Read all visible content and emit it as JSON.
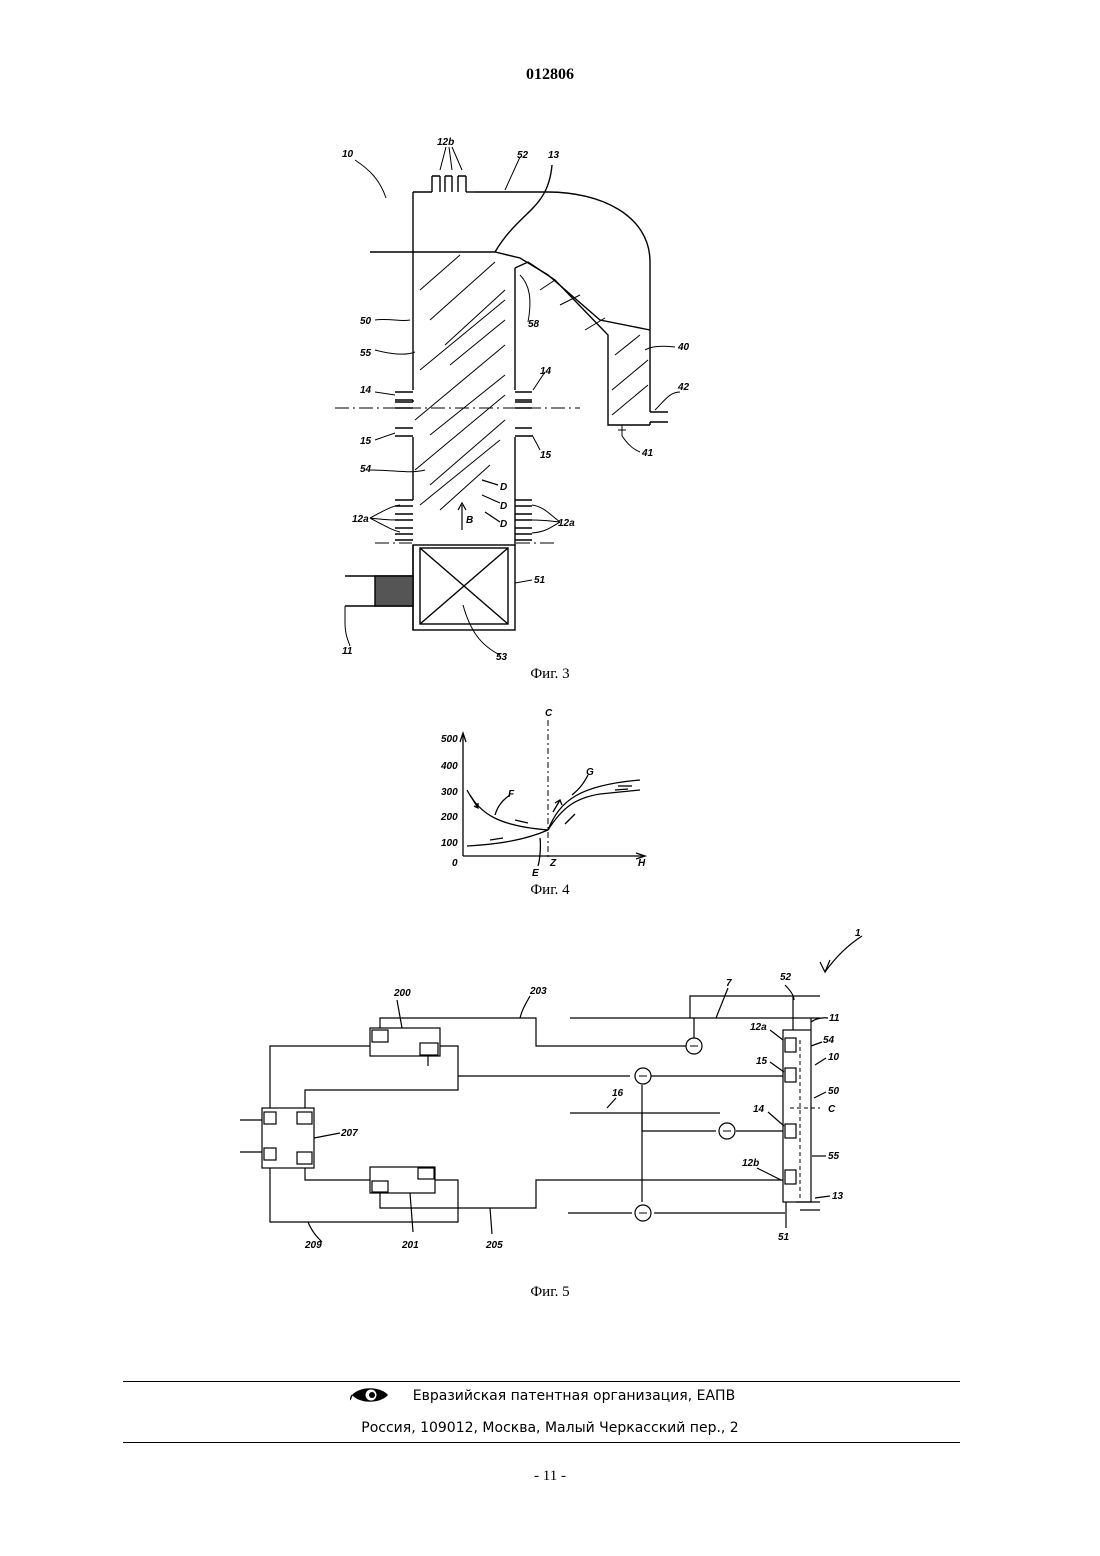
{
  "document_number": "012806",
  "figures": {
    "fig3": {
      "caption": "Фиг. 3",
      "labels": {
        "l10": "10",
        "l12b": "12b",
        "l52": "52",
        "l13": "13",
        "l50": "50",
        "l58": "58",
        "l55": "55",
        "l40": "40",
        "l14a": "14",
        "l14b": "14",
        "l42": "42",
        "l15a": "15",
        "l15b": "15",
        "l41": "41",
        "l54": "54",
        "lD1": "D",
        "lD2": "D",
        "lD3": "D",
        "l12aL": "12a",
        "l12aR": "12a",
        "lB": "B",
        "l51": "51",
        "l11": "11",
        "l53": "53"
      }
    },
    "fig4": {
      "caption": "Фиг. 4",
      "labels": {
        "y500": "500",
        "y400": "400",
        "y300": "300",
        "y200": "200",
        "y100": "100",
        "y0": "0",
        "C": "C",
        "G": "G",
        "F": "F",
        "E": "E",
        "Z": "Z",
        "H": "H"
      }
    },
    "fig5": {
      "caption": "Фиг. 5",
      "labels": {
        "l1": "1",
        "l200": "200",
        "l203": "203",
        "l7": "7",
        "l52": "52",
        "l11": "11",
        "l12a": "12a",
        "l54": "54",
        "l15": "15",
        "l10": "10",
        "l16": "16",
        "l50": "50",
        "lC": "C",
        "l14": "14",
        "l207": "207",
        "l55": "55",
        "l12b": "12b",
        "l13": "13",
        "l209": "209",
        "l201": "201",
        "l205": "205",
        "l51": "51"
      }
    }
  },
  "footer": {
    "org": "Евразийская патентная организация, ЕАПВ",
    "address": "Россия, 109012, Москва, Малый Черкасский пер., 2",
    "logo_icon": "eapo-eye-logo-icon"
  },
  "page_number": "- 11 -"
}
